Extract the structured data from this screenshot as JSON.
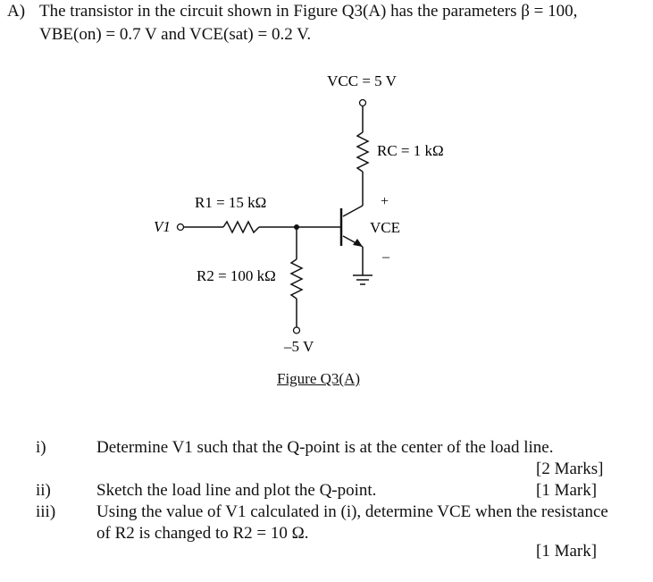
{
  "header": {
    "part": "A)",
    "line1": "The transistor in the circuit shown in Figure Q3(A) has the parameters β = 100,",
    "line2": "VBE(on) = 0.7 V and VCE(sat) = 0.2 V."
  },
  "figure": {
    "vcc_label": "VCC = 5 V",
    "rc_label": "RC = 1 kΩ",
    "r1_label": "R1 = 15 kΩ",
    "r2_label": "R2 = 100 kΩ",
    "v1_label": "V1",
    "vce_label": "VCE",
    "vce_plus": "+",
    "vce_minus": "–",
    "vee_label": "–5 V",
    "caption": "Figure Q3(A)"
  },
  "questions": [
    {
      "num": "i)",
      "text": "Determine V1 such that the Q-point is at the center of the load line.",
      "marks": "[2 Marks]"
    },
    {
      "num": "ii)",
      "text": "Sketch the load line and plot the Q-point.",
      "marks": "[1 Mark]"
    },
    {
      "num": "iii)",
      "text_line1": "Using the value of V1 calculated in (i), determine VCE when the resistance",
      "text_line2": "of R2 is changed to R2 = 10 Ω.",
      "marks": "[1 Mark]"
    }
  ]
}
